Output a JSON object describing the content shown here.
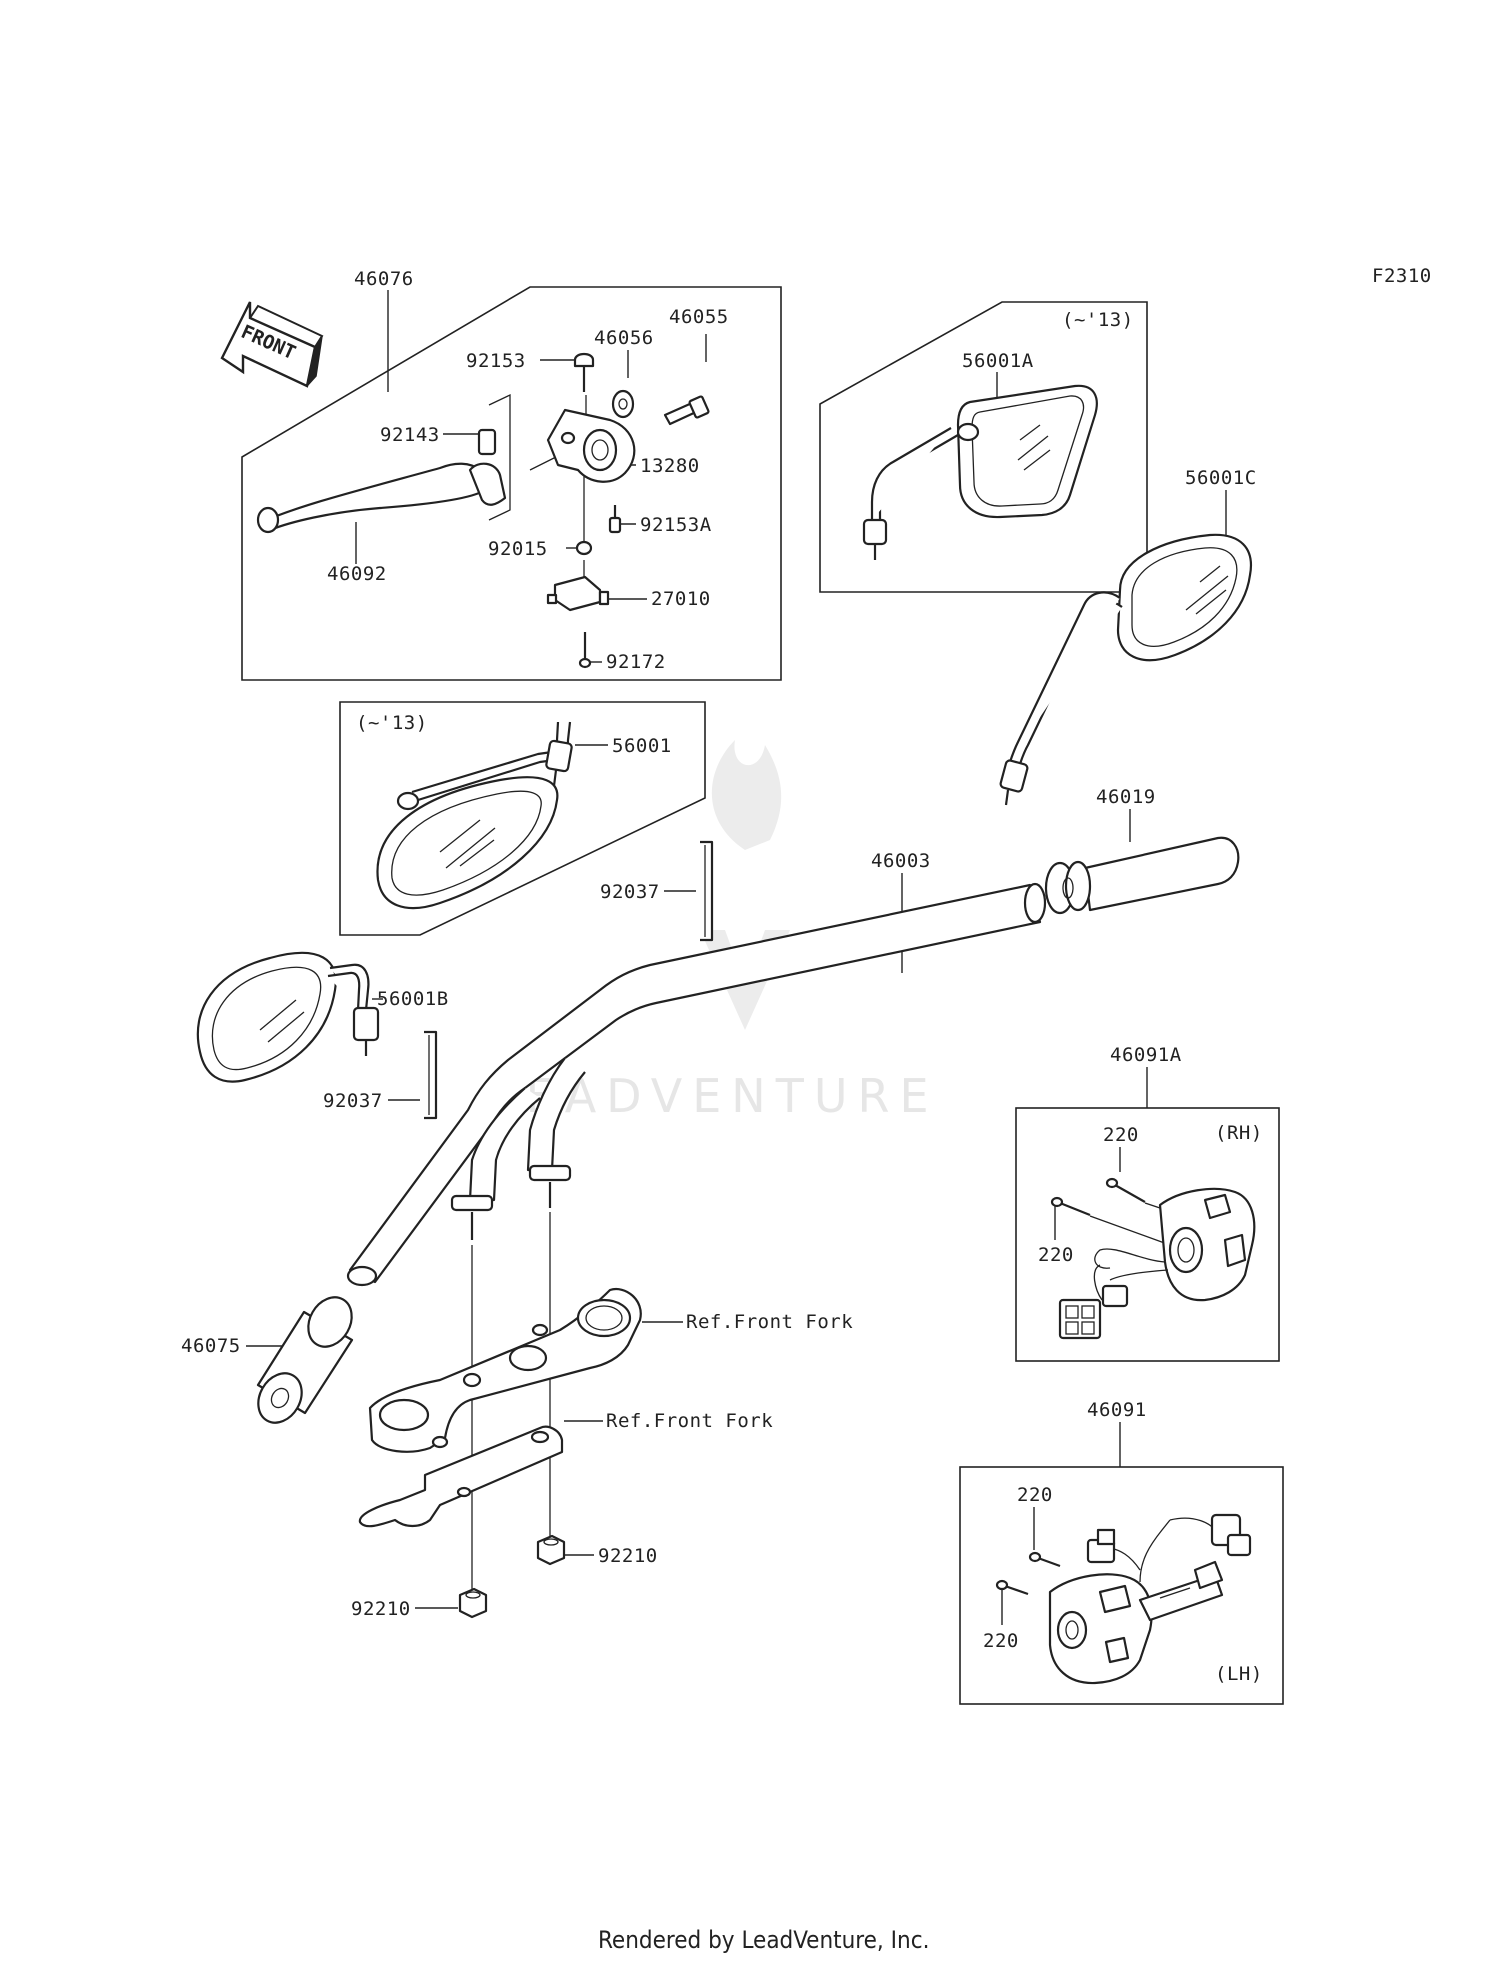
{
  "figure_code": "F2310",
  "front_label": "FRONT",
  "watermark": "LEADVENTURE",
  "footer": "Rendered by LeadVenture, Inc.",
  "notes": {
    "year_a": "(~'13)",
    "year_b": "(~'13)",
    "rh": "(RH)",
    "lh": "(LH)"
  },
  "callouts": {
    "p46076": "46076",
    "p46055": "46055",
    "p46056": "46056",
    "p92153": "92153",
    "p92143": "92143",
    "p13280": "13280",
    "p92153A": "92153A",
    "p92015": "92015",
    "p27010": "27010",
    "p46092": "46092",
    "p92172": "92172",
    "p56001A": "56001A",
    "p56001C": "56001C",
    "p56001": "56001",
    "p46019": "46019",
    "p46003": "46003",
    "p92037a": "92037",
    "p56001B": "56001B",
    "p92037b": "92037",
    "p46091A": "46091A",
    "p220a": "220",
    "p220b": "220",
    "refFork1": "Ref.Front Fork",
    "refFork2": "Ref.Front Fork",
    "p46075": "46075",
    "p92210a": "92210",
    "p92210b": "92210",
    "p46091": "46091",
    "p220c": "220",
    "p220d": "220"
  }
}
